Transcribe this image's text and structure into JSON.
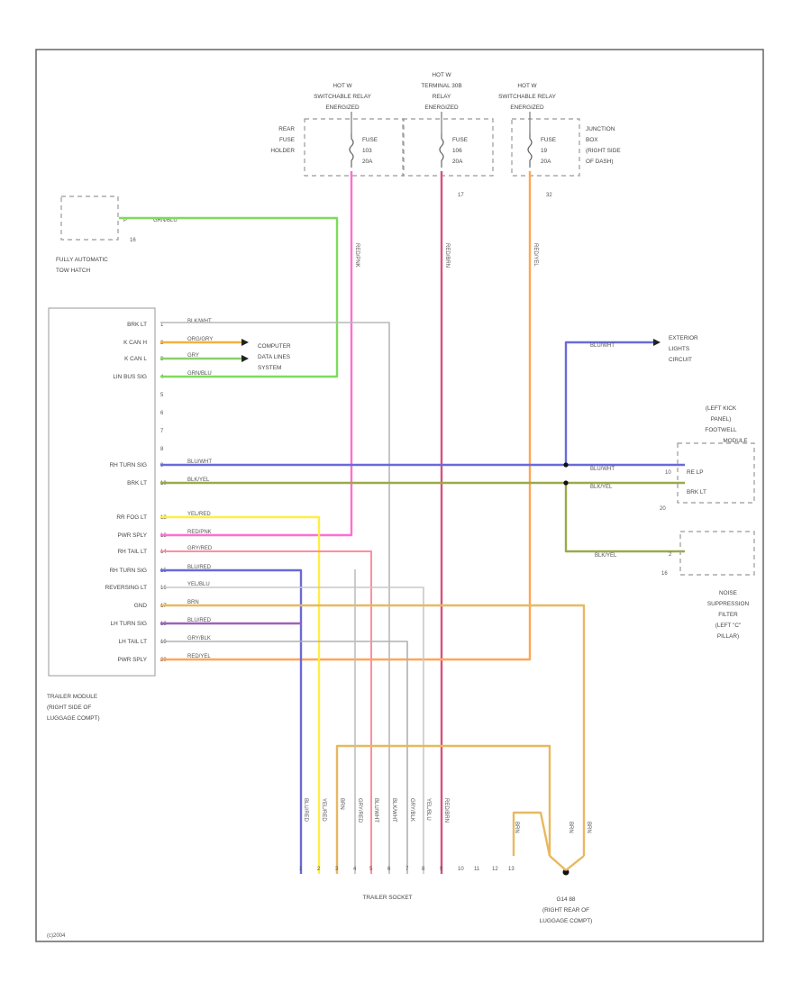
{
  "fuses": [
    {
      "source": [
        "HOT W",
        "SWITCHABLE RELAY",
        "ENERGIZED"
      ],
      "label": [
        "FUSE",
        "103",
        "20A"
      ],
      "pin": "",
      "wire": "RED/PNK",
      "color": "#ff6fcf"
    },
    {
      "source": [
        "HOT W",
        "TERMINAL 30B",
        "RELAY",
        "ENERGIZED"
      ],
      "label": [
        "FUSE",
        "106",
        "20A"
      ],
      "pin": "17",
      "wire": "RED/BRN",
      "color": "#d9507a"
    },
    {
      "source": [
        "HOT W",
        "SWITCHABLE RELAY",
        "ENERGIZED"
      ],
      "label": [
        "FUSE",
        "19",
        "20A"
      ],
      "pin": "32",
      "wire": "RED/YEL",
      "color": "#ffa657"
    }
  ],
  "rear_fuse_holder": [
    "REAR",
    "FUSE",
    "HOLDER"
  ],
  "junction_box": [
    "JUNCTION",
    "BOX",
    "(RIGHT SIDE",
    "OF DASH)"
  ],
  "tow_hatch": {
    "label": [
      "FULLY AUTOMATIC",
      "TOW HATCH"
    ],
    "wire": "GRN/BLU",
    "pin_a": "P",
    "pin_b": "16"
  },
  "computer_lines": [
    "COMPUTER",
    "DATA LINES",
    "SYSTEM"
  ],
  "module": {
    "label": [
      "TRAILER MODULE",
      "(RIGHT SIDE OF",
      "LUGGAGE COMPT)"
    ],
    "pins": [
      {
        "name": "BRK LT",
        "pin": "1",
        "wire": "BLK/WHT"
      },
      {
        "name": "K CAN H",
        "pin": "2",
        "wire": "ORG/GRY"
      },
      {
        "name": "K CAN L",
        "pin": "3",
        "wire": "GRY"
      },
      {
        "name": "LIN BUS SIG",
        "pin": "4",
        "wire": "GRN/BLU"
      },
      {
        "name": "",
        "pin": "5",
        "wire": ""
      },
      {
        "name": "",
        "pin": "6",
        "wire": ""
      },
      {
        "name": "",
        "pin": "7",
        "wire": ""
      },
      {
        "name": "",
        "pin": "8",
        "wire": ""
      },
      {
        "name": "RH TURN SIG",
        "pin": "9",
        "wire": "BLU/WHT"
      },
      {
        "name": "BRK LT",
        "pin": "10",
        "wire": "BLK/YEL"
      },
      {
        "name": "",
        "pin": "",
        "wire": ""
      },
      {
        "name": "RR FOG LT",
        "pin": "12",
        "wire": "YEL/RED"
      },
      {
        "name": "PWR SPLY",
        "pin": "13",
        "wire": "RED/PNK"
      },
      {
        "name": "RH TAIL LT",
        "pin": "14",
        "wire": "GRY/RED"
      },
      {
        "name": "RH TURN SIG",
        "pin": "15",
        "wire": "BLU/RED"
      },
      {
        "name": "REVERSING LT",
        "pin": "16",
        "wire": "YEL/BLU"
      },
      {
        "name": "GND",
        "pin": "17",
        "wire": "BRN"
      },
      {
        "name": "LH TURN SIG",
        "pin": "18",
        "wire": "BLU/RED"
      },
      {
        "name": "LH TAIL LT",
        "pin": "19",
        "wire": "GRY/BLK"
      },
      {
        "name": "PWR SPLY",
        "pin": "20",
        "wire": "RED/YEL"
      }
    ]
  },
  "exterior_lights": [
    "EXTERIOR",
    "LIGHTS",
    "CIRCUIT"
  ],
  "ext_wire": "BLU/WHT",
  "footwell": {
    "label": [
      "(LEFT KICK",
      "PANEL)",
      "FOOTWELL",
      "MODULE"
    ],
    "pins": [
      "RE LP",
      "BRK LT"
    ],
    "pin_nums": [
      "10",
      "20"
    ],
    "wires": [
      "BLU/WHT",
      "BLK/YEL"
    ]
  },
  "noise_filter": {
    "label": [
      "NOISE",
      "SUPPRESSION",
      "FILTER",
      "(LEFT \"C\"",
      "PILLAR)"
    ],
    "wire": "BLK/YEL",
    "pin": "2",
    "pin2": "16"
  },
  "socket": {
    "label": "TRAILER SOCKET",
    "wires": [
      "BLU/RED",
      "YEL/RED",
      "BRN",
      "GRY/RED",
      "BLU/WHT",
      "BLK/WHT",
      "GRY/BLK",
      "YEL/BLU",
      "RED/BRN"
    ],
    "pins": [
      "1",
      "2",
      "3",
      "4",
      "5",
      "6",
      "7",
      "8",
      "9",
      "10",
      "11",
      "12",
      "13"
    ]
  },
  "ground": {
    "label": [
      "G14 88",
      "(RIGHT REAR OF",
      "LUGGAGE COMPT)"
    ],
    "wires": [
      "BRN",
      "BRN",
      "BRN"
    ]
  },
  "footer": "(c)2004"
}
